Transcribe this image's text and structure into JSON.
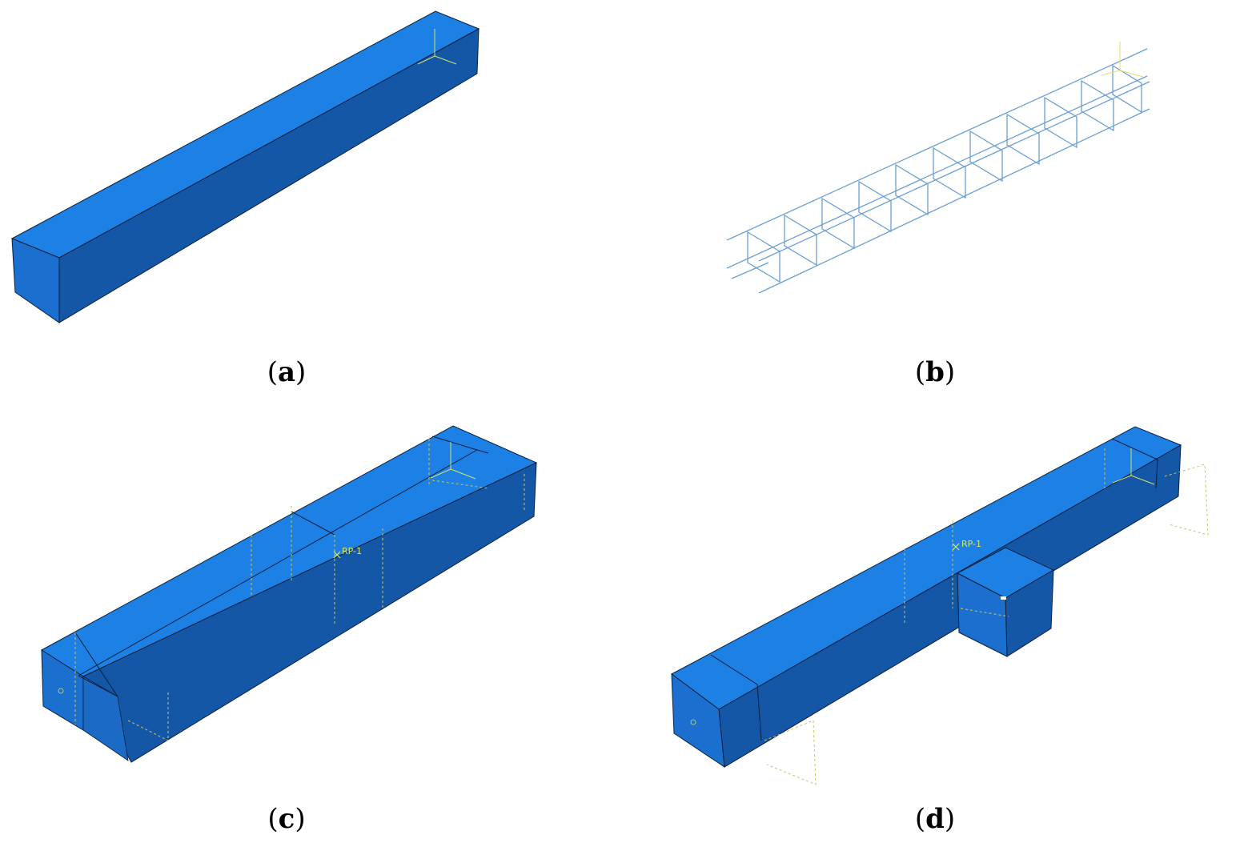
{
  "panels": [
    {
      "id": "a",
      "caption_open": "(",
      "caption_letter": "a",
      "caption_close": ")"
    },
    {
      "id": "b",
      "caption_open": "(",
      "caption_letter": "b",
      "caption_close": ")"
    },
    {
      "id": "c",
      "caption_open": "(",
      "caption_letter": "c",
      "caption_close": ")",
      "ref_point_label": "RP-1"
    },
    {
      "id": "d",
      "caption_open": "(",
      "caption_letter": "d",
      "caption_close": ")",
      "ref_point_label": "RP-1"
    }
  ],
  "colors": {
    "top_face": "#1c80e4",
    "side_face": "#1457a7",
    "end_face": "#1b70cf",
    "edge": "#0b1f3c",
    "rebar": "#6a9fd4",
    "dashed": "#c9c36b",
    "background": "#ffffff"
  }
}
